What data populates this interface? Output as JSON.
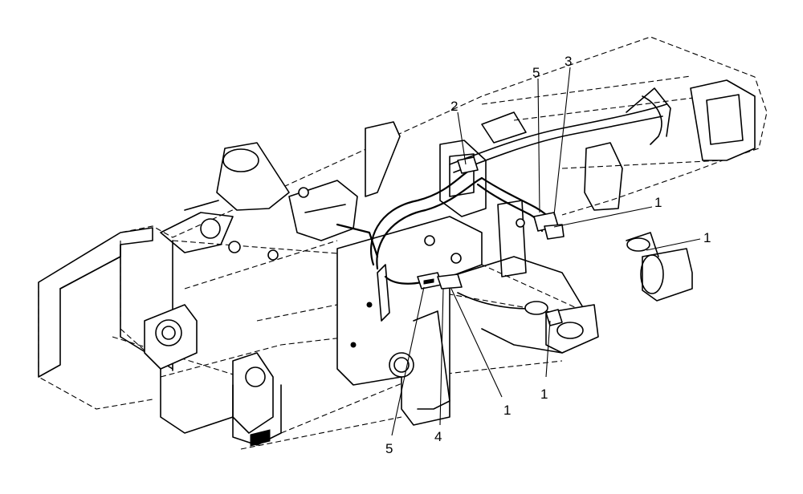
{
  "callouts": {
    "c1a": "1",
    "c1b": "1",
    "c1c": "1",
    "c1d": "1",
    "c2": "2",
    "c3": "3",
    "c4": "4",
    "c5a": "5",
    "c5b": "5"
  }
}
